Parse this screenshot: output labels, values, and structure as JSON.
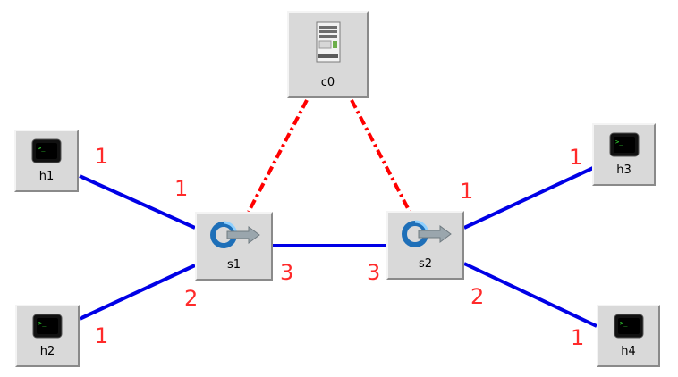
{
  "nodes": {
    "c0": {
      "label": "c0",
      "icon": "controller-server-icon"
    },
    "h1": {
      "label": "h1",
      "icon": "host-terminal-icon"
    },
    "h2": {
      "label": "h2",
      "icon": "host-terminal-icon"
    },
    "h3": {
      "label": "h3",
      "icon": "host-terminal-icon"
    },
    "h4": {
      "label": "h4",
      "icon": "host-terminal-icon"
    },
    "s1": {
      "label": "s1",
      "icon": "openflow-switch-icon"
    },
    "s2": {
      "label": "s2",
      "icon": "openflow-switch-icon"
    }
  },
  "ports": {
    "h1": "1",
    "s1_h1": "1",
    "h2": "1",
    "s1_h2": "2",
    "s1_s2": "3",
    "s2_s1": "3",
    "s2_h3": "1",
    "h3": "1",
    "s2_h4": "2",
    "h4": "1"
  },
  "colors": {
    "data_link": "#0000e6",
    "control_link": "#ff0000",
    "port_label": "#ff2a2a",
    "node_bg": "#d9d9d9"
  }
}
